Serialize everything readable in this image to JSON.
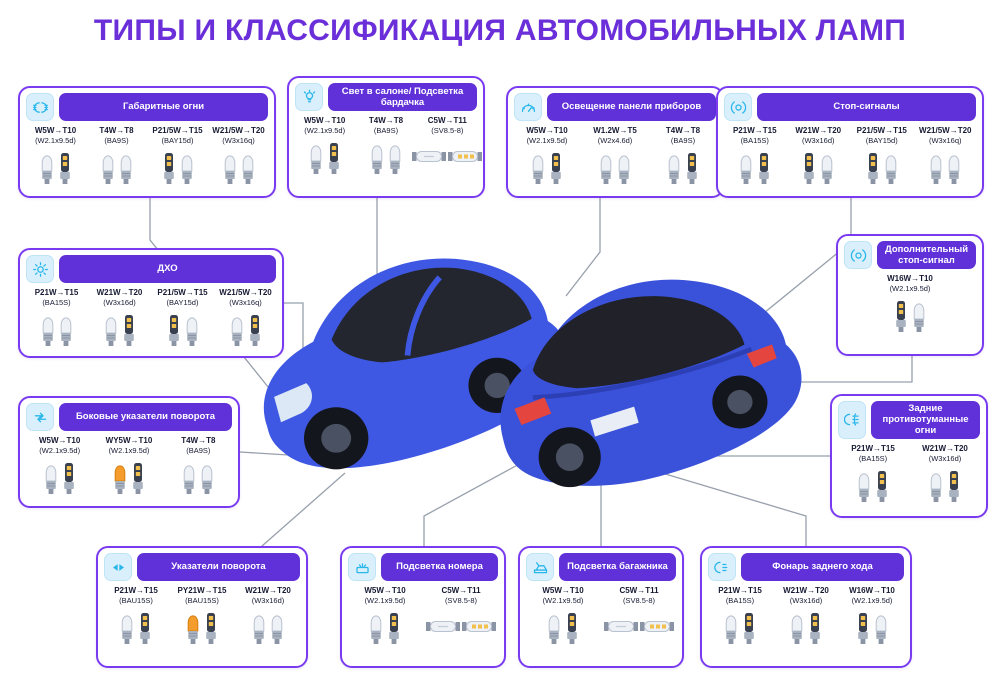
{
  "title": "ТИПЫ И КЛАССИФИКАЦИЯ АВТОМОБИЛЬНЫХ ЛАМП",
  "colors": {
    "accent": "#6B2FD9",
    "header_bg": "#6030D8",
    "panel_border": "#7A3BF0",
    "icon_bg": "#D9F0FC",
    "icon_fg": "#29B6EA",
    "line": "#98A0AC",
    "car_blue": "#3F58E3",
    "car_blue_dark": "#3A51DA",
    "text": "#161A33"
  },
  "panels": [
    {
      "id": "marker",
      "title": "Габаритные огни",
      "icon": "marker-lights-icon",
      "bulbs": [
        {
          "name": "W5W→T10",
          "base": "(W2.1x9.5d)",
          "variants": [
            "glass",
            "led"
          ]
        },
        {
          "name": "T4W→T8",
          "base": "(BA9S)",
          "variants": [
            "glass",
            "glass"
          ]
        },
        {
          "name": "P21/5W→T15",
          "base": "(BAY15d)",
          "variants": [
            "led",
            "glass"
          ]
        },
        {
          "name": "W21/5W→T20",
          "base": "(W3x16q)",
          "variants": [
            "glass",
            "glass"
          ]
        }
      ]
    },
    {
      "id": "interior",
      "title": "Свет в салоне/ Подсветка бардачка",
      "icon": "interior-light-icon",
      "bulbs": [
        {
          "name": "W5W→T10",
          "base": "(W2.1x9.5d)",
          "variants": [
            "glass",
            "led"
          ]
        },
        {
          "name": "T4W→T8",
          "base": "(BA9S)",
          "variants": [
            "glass",
            "glass"
          ]
        },
        {
          "name": "C5W→T11",
          "base": "(SV8.5-8)",
          "variants": [
            "festoon",
            "festoon-led"
          ]
        }
      ]
    },
    {
      "id": "dashboard",
      "title": "Освещение панели приборов",
      "icon": "dashboard-light-icon",
      "bulbs": [
        {
          "name": "W5W→T10",
          "base": "(W2.1x9.5d)",
          "variants": [
            "glass",
            "led"
          ]
        },
        {
          "name": "W1.2W→T5",
          "base": "(W2x4.6d)",
          "variants": [
            "glass",
            "glass"
          ]
        },
        {
          "name": "T4W→T8",
          "base": "(BA9S)",
          "variants": [
            "glass",
            "led"
          ]
        }
      ]
    },
    {
      "id": "brake",
      "title": "Стоп-сигналы",
      "icon": "brake-light-icon",
      "bulbs": [
        {
          "name": "P21W→T15",
          "base": "(BA15S)",
          "variants": [
            "glass",
            "led"
          ]
        },
        {
          "name": "W21W→T20",
          "base": "(W3x16d)",
          "variants": [
            "led",
            "glass"
          ]
        },
        {
          "name": "P21/5W→T15",
          "base": "(BAY15d)",
          "variants": [
            "led",
            "glass"
          ]
        },
        {
          "name": "W21/5W→T20",
          "base": "(W3x16q)",
          "variants": [
            "glass",
            "glass"
          ]
        }
      ]
    },
    {
      "id": "drl",
      "title": "ДХО",
      "icon": "drl-icon",
      "bulbs": [
        {
          "name": "P21W→T15",
          "base": "(BA15S)",
          "variants": [
            "glass",
            "glass"
          ]
        },
        {
          "name": "W21W→T20",
          "base": "(W3x16d)",
          "variants": [
            "glass",
            "led"
          ]
        },
        {
          "name": "P21/5W→T15",
          "base": "(BAY15d)",
          "variants": [
            "led",
            "glass"
          ]
        },
        {
          "name": "W21/5W→T20",
          "base": "(W3x16q)",
          "variants": [
            "glass",
            "led"
          ]
        }
      ]
    },
    {
      "id": "addbrake",
      "title": "Дополнительный стоп-сигнал",
      "icon": "additional-brake-light-icon",
      "bulbs": [
        {
          "name": "W16W→T10",
          "base": "(W2.1x9.5d)",
          "variants": [
            "led",
            "glass"
          ]
        }
      ]
    },
    {
      "id": "sideturn",
      "title": "Боковые указатели поворота",
      "icon": "side-turn-signal-icon",
      "bulbs": [
        {
          "name": "W5W→T10",
          "base": "(W2.1x9.5d)",
          "variants": [
            "glass",
            "led"
          ]
        },
        {
          "name": "WY5W→T10",
          "base": "(W2.1x9.5d)",
          "variants": [
            "amber",
            "led"
          ]
        },
        {
          "name": "T4W→T8",
          "base": "(BA9S)",
          "variants": [
            "glass",
            "glass"
          ]
        }
      ]
    },
    {
      "id": "rearfog",
      "title": "Задние противотуманные огни",
      "icon": "rear-fog-light-icon",
      "bulbs": [
        {
          "name": "P21W→T15",
          "base": "(BA15S)",
          "variants": [
            "glass",
            "led"
          ]
        },
        {
          "name": "W21W→T20",
          "base": "(W3x16d)",
          "variants": [
            "glass",
            "led"
          ]
        }
      ]
    },
    {
      "id": "turn",
      "title": "Указатели поворота",
      "icon": "turn-signal-icon",
      "bulbs": [
        {
          "name": "P21W→T15",
          "base": "(BAU15S)",
          "variants": [
            "glass",
            "led"
          ]
        },
        {
          "name": "PY21W→T15",
          "base": "(BAU15S)",
          "variants": [
            "amber",
            "led"
          ]
        },
        {
          "name": "W21W→T20",
          "base": "(W3x16d)",
          "variants": [
            "glass",
            "glass"
          ]
        }
      ]
    },
    {
      "id": "plate",
      "title": "Подсветка номера",
      "icon": "license-plate-light-icon",
      "bulbs": [
        {
          "name": "W5W→T10",
          "base": "(W2.1x9.5d)",
          "variants": [
            "glass",
            "led"
          ]
        },
        {
          "name": "C5W→T11",
          "base": "(SV8.5-8)",
          "variants": [
            "festoon",
            "festoon-led"
          ]
        }
      ]
    },
    {
      "id": "trunk",
      "title": "Подсветка багажника",
      "icon": "trunk-light-icon",
      "bulbs": [
        {
          "name": "W5W→T10",
          "base": "(W2.1x9.5d)",
          "variants": [
            "glass",
            "led"
          ]
        },
        {
          "name": "C5W→T11",
          "base": "(SV8.5-8)",
          "variants": [
            "festoon",
            "festoon-led"
          ]
        }
      ]
    },
    {
      "id": "reverse",
      "title": "Фонарь заднего хода",
      "icon": "reverse-light-icon",
      "bulbs": [
        {
          "name": "P21W→T15",
          "base": "(BA15S)",
          "variants": [
            "glass",
            "led"
          ]
        },
        {
          "name": "W21W→T20",
          "base": "(W3x16d)",
          "variants": [
            "glass",
            "led"
          ]
        },
        {
          "name": "W16W→T10",
          "base": "(W2.1x9.5d)",
          "variants": [
            "led",
            "glass"
          ]
        }
      ]
    }
  ]
}
